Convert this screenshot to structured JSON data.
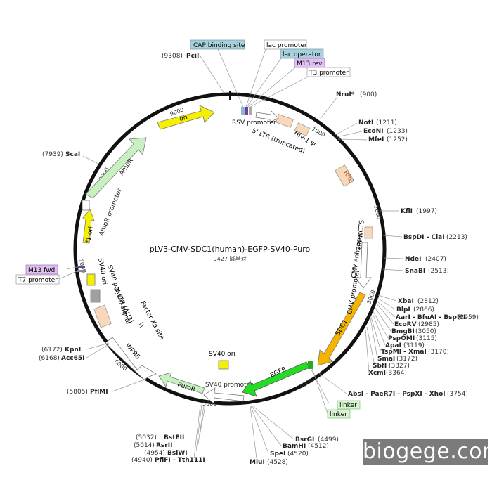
{
  "title": "pLV3-CMV-SDC1(human)-EGFP-SV40-Puro",
  "length_label": "9427 碱基对",
  "ticks": [
    "1000",
    "2000",
    "3000",
    "4000",
    "5000",
    "6000",
    "7000",
    "8000",
    "9000"
  ],
  "features": {
    "ori_1": "ori",
    "ampr_promoter": "AmpR promoter",
    "ampr": "AmpR",
    "f1_ori": "f1 ori",
    "sv40_ori_left": "SV40 ori",
    "sv40_polya": "SV40 poly(A) signal",
    "ltr3": "3' LTR (ΔU3)",
    "factor_xa": "Factor Xa site",
    "wpre": "WPRE",
    "puror": "PuroR",
    "sv40_promoter": "SV40 promoter",
    "sv40_ori_inner": "SV40 ori",
    "egfp": "EGFP",
    "sdc1": "SDC1",
    "cmv_promoter": "CMV promoter",
    "cmv_enhancer": "CMV enhancer",
    "cppt": "cPPT/CTS",
    "rre": "RRE",
    "hiv1_psi": "HIV-1 Ψ",
    "ltr5": "5' LTR (truncated)",
    "rsv_promoter": "RSV promoter"
  },
  "flag_labels": {
    "cap": "CAP binding site",
    "lac_promoter": "lac promoter",
    "lac_operator": "lac operator",
    "m13rev": "M13 rev",
    "t3": "T3 promoter",
    "m13fwd": "M13 fwd",
    "t7": "T7 promoter",
    "linker1": "linker",
    "linker2": "linker"
  },
  "sites": [
    {
      "name": "PciI",
      "pos": "(9308)"
    },
    {
      "name": "NruI*",
      "pos": "(900)"
    },
    {
      "name": "NotI",
      "pos": "(1211)"
    },
    {
      "name": "EcoNI",
      "pos": "(1233)"
    },
    {
      "name": "MfeI",
      "pos": "(1252)"
    },
    {
      "name": "KflI",
      "pos": "(1997)"
    },
    {
      "name": "BspDI - ClaI",
      "pos": "(2213)"
    },
    {
      "name": "NdeI",
      "pos": "(2407)"
    },
    {
      "name": "SnaBI",
      "pos": "(2513)"
    },
    {
      "name": "XbaI",
      "pos": "(2812)"
    },
    {
      "name": "BlpI",
      "pos": "(2866)"
    },
    {
      "name": "AarI - BfuAI - BspMI",
      "pos": "(2959)"
    },
    {
      "name": "EcoRV",
      "pos": "(2985)"
    },
    {
      "name": "BmgBI",
      "pos": "(3050)"
    },
    {
      "name": "PspOMI",
      "pos": "(3115)"
    },
    {
      "name": "ApaI",
      "pos": "(3119)"
    },
    {
      "name": "TspMI - XmaI",
      "pos": "(3170)"
    },
    {
      "name": "SmaI",
      "pos": "(3172)"
    },
    {
      "name": "SbfI",
      "pos": "(3327)"
    },
    {
      "name": "XcmI",
      "pos": "(3364)"
    },
    {
      "name": "AbsI - PaeR7I - PspXI - XhoI",
      "pos": "(3754)"
    },
    {
      "name": "BsrGI",
      "pos": "(4499)"
    },
    {
      "name": "BamHI",
      "pos": "(4512)"
    },
    {
      "name": "SpeI",
      "pos": "(4520)"
    },
    {
      "name": "MluI",
      "pos": "(4528)"
    },
    {
      "name": "BstEII",
      "pos": "(5032)"
    },
    {
      "name": "RsrII",
      "pos": "(5014)"
    },
    {
      "name": "BsiWI",
      "pos": "(4954)"
    },
    {
      "name": "PflFI - Tth111I",
      "pos": "(4940)"
    },
    {
      "name": "PflMI",
      "pos": "(5805)"
    },
    {
      "name": "KpnI",
      "pos": "(6172)"
    },
    {
      "name": "Acc65I",
      "pos": "(6168)"
    },
    {
      "name": "ScaI",
      "pos": "(7939)"
    }
  ],
  "watermark": "biogege.com",
  "colors": {
    "yellow": "#f5f000",
    "light_green": "#c8f0c0",
    "green": "#22dd22",
    "orange": "#f5b400",
    "peach": "#f8d8b8",
    "purple_flag": "#e0c0f0",
    "teal_flag": "#a8d0dc",
    "linker_flag": "#d8f5d0"
  }
}
